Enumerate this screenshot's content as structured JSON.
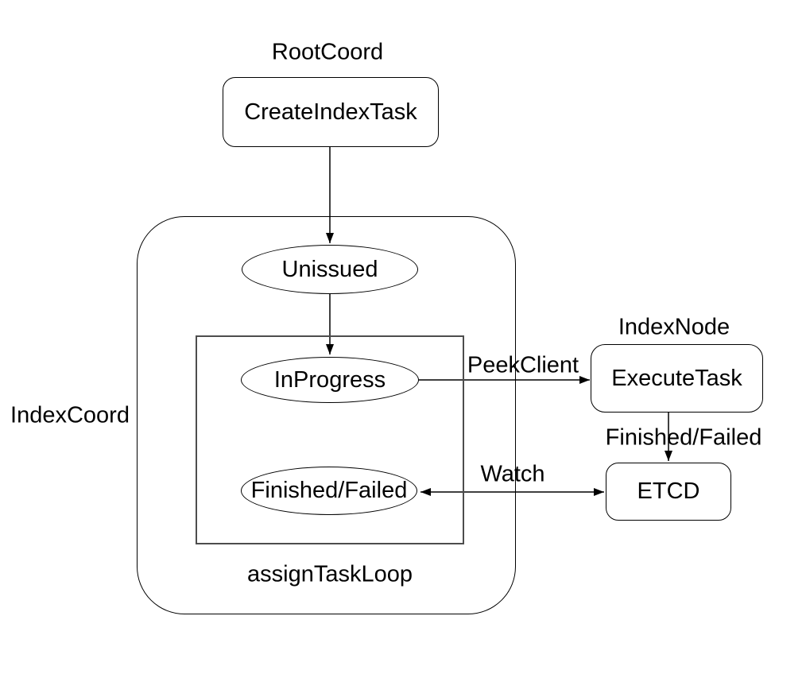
{
  "diagram": {
    "background": "#ffffff",
    "stroke_color": "#000000",
    "inner_loop_stroke": "#4d4d4d",
    "labels": {
      "root_coord": "RootCoord",
      "index_coord": "IndexCoord",
      "index_node": "IndexNode",
      "assign_task_loop": "assignTaskLoop"
    },
    "nodes": {
      "create_index_task": {
        "label": "CreateIndexTask",
        "shape": "rounded-rect"
      },
      "unissued": {
        "label": "Unissued",
        "shape": "ellipse"
      },
      "in_progress": {
        "label": "InProgress",
        "shape": "ellipse"
      },
      "finished_failed_state": {
        "label": "Finished/Failed",
        "shape": "ellipse"
      },
      "execute_task": {
        "label": "ExecuteTask",
        "shape": "rounded-rect"
      },
      "etcd": {
        "label": "ETCD",
        "shape": "rounded-rect"
      }
    },
    "edges": {
      "peek_client": {
        "label": "PeekClient"
      },
      "finished_failed": {
        "label": "Finished/Failed"
      },
      "watch": {
        "label": "Watch"
      }
    }
  }
}
